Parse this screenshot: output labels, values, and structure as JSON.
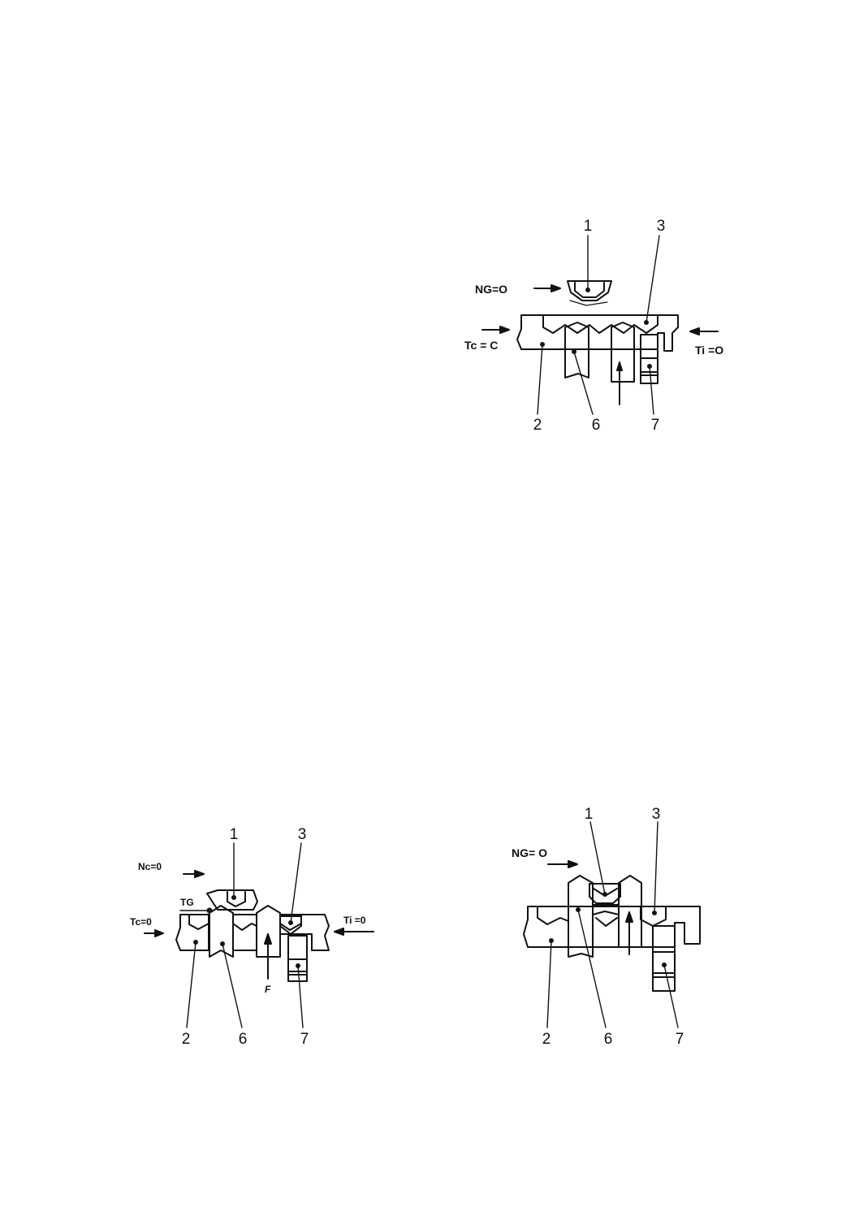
{
  "figures": [
    {
      "id": "top",
      "part_numbers": [
        "1",
        "3",
        "2",
        "6",
        "7"
      ],
      "labels": [
        "NG=O",
        "Tc = C",
        "Ti =O"
      ]
    },
    {
      "id": "bottom-left",
      "part_numbers": [
        "1",
        "3",
        "2",
        "6",
        "7"
      ],
      "labels": [
        "Nc=0",
        "TG",
        "Tc=0",
        "Ti =0",
        "F"
      ]
    },
    {
      "id": "bottom-right",
      "part_numbers": [
        "1",
        "3",
        "2",
        "6",
        "7"
      ],
      "labels": [
        "NG= O"
      ]
    }
  ]
}
